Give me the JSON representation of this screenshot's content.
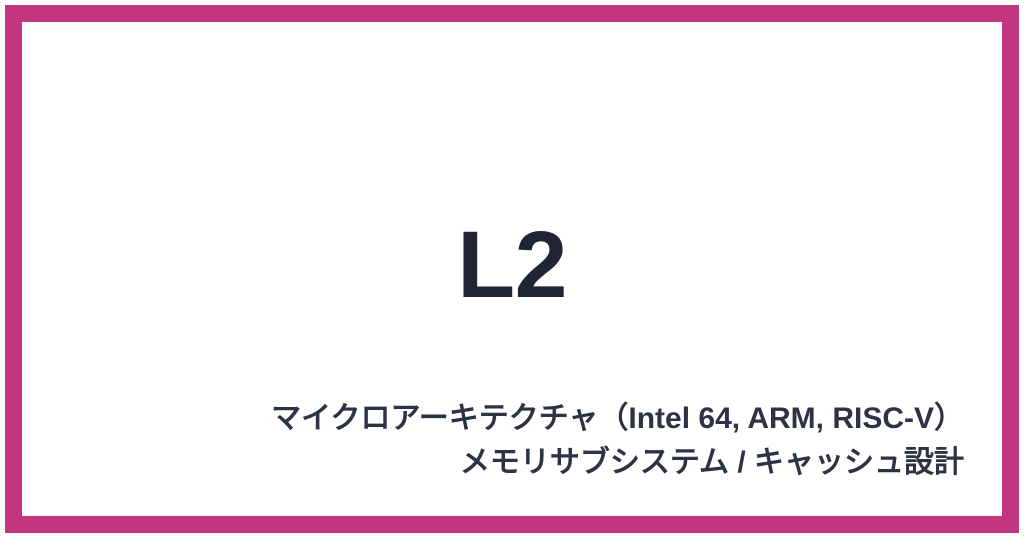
{
  "slide": {
    "title": "L2",
    "subtitle_lines": [
      "マイクロアーキテクチャ（Intel 64, ARM, RISC-V）",
      "メモリサブシステム / キャッシュ設計"
    ],
    "colors": {
      "border": "#c2357f",
      "background": "#ffffff",
      "title_text": "#1f2533",
      "subtitle_text": "#2c3444"
    }
  }
}
